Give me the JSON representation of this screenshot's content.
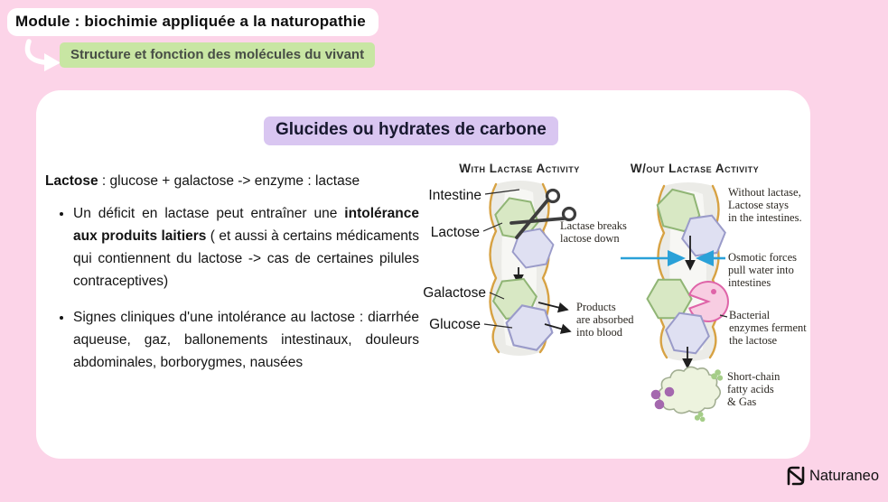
{
  "header": {
    "module_label": "Module :  biochimie appliquée a la naturopathie",
    "submodule_label": "Structure et fonction des molécules du vivant"
  },
  "card": {
    "title": "Glucides ou hydrates de carbone",
    "intro_term": "Lactose",
    "intro_rest": " : glucose + galactose -> enzyme : lactase",
    "bullet1_pre": "Un déficit en lactase peut entraîner une ",
    "bullet1_bold": "intolérance aux produits laitiers",
    "bullet1_post": " ( et aussi à certains médicaments qui contiennent du lactose -> cas de certaines pilules contraceptives)",
    "bullet2": "Signes cliniques d'une intolérance au lactose : diarrhée aqueuse, gaz, ballonements intestinaux, douleurs abdominales, borborygmes, nausées"
  },
  "diagram": {
    "with_lactase": {
      "title": "With Lactase Activity",
      "label_intestine": "Intestine",
      "label_lactose": "Lactose",
      "label_galactose": "Galactose",
      "label_glucose": "Glucose",
      "note_breaks": [
        "Lactase breaks",
        "lactose down"
      ],
      "note_products": [
        "Products",
        "are absorbed",
        "into blood"
      ]
    },
    "without_lactase": {
      "title": "W/out Lactase Activity",
      "note_stays": [
        "Without lactase,",
        "Lactose stays",
        "in the intestines."
      ],
      "note_osmotic": [
        "Osmotic forces",
        "pull water into",
        "intestines"
      ],
      "note_bacterial": [
        "Bacterial",
        "enzymes ferment",
        "the lactose"
      ],
      "note_gas": [
        "Short-chain",
        "fatty acids",
        "& Gas"
      ]
    }
  },
  "footer": {
    "brand": "Naturaneo"
  },
  "icons": {
    "flow-arrow-icon": "curved white arrow",
    "scissors-icon": "scissors cutting lactose",
    "brand-n-icon": "stylized N mark"
  },
  "colors": {
    "page_bg": "#fcd4e8",
    "card_bg": "#ffffff",
    "title_highlight": "#d9c6f1",
    "submodule_highlight": "#c8e6a3",
    "intestine_wall": "#d7a243",
    "hexagon_green": "#d8e8c4",
    "hexagon_purple": "#dfe0f2",
    "osmotic_blue": "#2aa1d8",
    "enzyme_pink": "#f8cde2",
    "gas_cloud": "#edf3de",
    "ferment_dot_purple": "#a468ae",
    "splat_green": "#a5cd88"
  }
}
